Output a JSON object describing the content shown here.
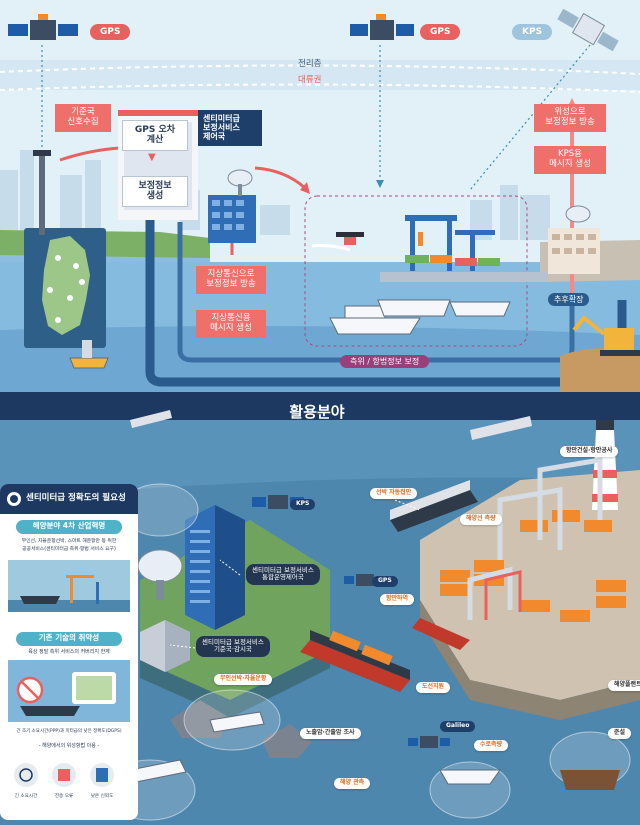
{
  "top": {
    "gps_left": "GPS",
    "gps_right": "GPS",
    "kps": "KPS",
    "ionosphere": "전리층",
    "troposphere": "대류권",
    "ref_station_line1": "기준국",
    "ref_station_line2": "신호수집",
    "gps_error_line1": "GPS 오차",
    "gps_error_line2": "계산",
    "correction_line1": "보정정보",
    "correction_line2": "생성",
    "center_line1": "센티미터급",
    "center_line2": "보정서비스",
    "center_line3": "제어국",
    "ground_bcast_line1": "지상통신으로",
    "ground_bcast_line2": "보정정보 방송",
    "ground_msg_line1": "지상통신용",
    "ground_msg_line2": "메시지 생성",
    "sat_bcast_line1": "위성으로",
    "sat_bcast_line2": "보정정보 방송",
    "kps_msg_line1": "KPS용",
    "kps_msg_line2": "메시지 생성",
    "future_expansion": "추후확장",
    "positioning": "측위 / 항법정보 보정"
  },
  "banner": "활용분야",
  "panel": {
    "title": "센티미터급 정확도의 필요성",
    "section1_title": "해양분야 4차 산업혁명",
    "section1_line1": "무인선, 자율운항선박, 스마트 해운항만 등 위한",
    "section1_line2": "공공서비스(센티미터급 측위·항법 서비스 요구)",
    "section2_title": "기존 기술의 취약성",
    "section2_line1": "육상 정밀 측위 서비스의 커버리지 한계",
    "bottom_line": "긴 초기 소요시간(PPP)과 미터급의 낮은 정확도(DGPS)",
    "marine_title": "- 해양에서의 위성항법 이용 -",
    "icon1_label": "긴 소요시간",
    "icon2_label": "전송 오류",
    "icon3_label": "낮은 신뢰도"
  },
  "bottom_labels": {
    "kps": "KPS",
    "gps": "GPS",
    "galileo": "Galileo",
    "control_center_line1": "센티미터급 보정서비스",
    "control_center_line2": "통합운영제어국",
    "ref_station_line1": "센티미터급 보정서비스",
    "ref_station_line2": "기준국·감시국",
    "ship_autopilot": "선박 자동접안",
    "port_survey": "해양선 측량",
    "port_construction": "항만건설·항만공사",
    "shipping_route": "항만하역",
    "unmanned_ship": "무인선박·자율운항",
    "towing": "도선지원",
    "underwater_survey": "노출암·간출암 조사",
    "hydro_survey": "수로측량",
    "marine_observation": "해양 관측",
    "offshore_plant": "해양플랜트",
    "dredging": "준설"
  },
  "colors": {
    "sky": "#e2f0f8",
    "sea": "#7fb6d9",
    "sea_bottom": "#3d6f92",
    "navy": "#1f3f6b",
    "red": "#e9615e",
    "orange": "#f08a2c"
  }
}
